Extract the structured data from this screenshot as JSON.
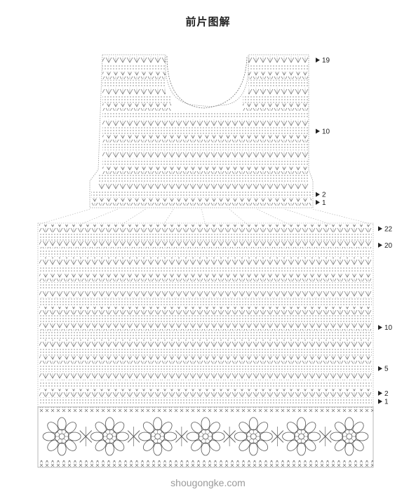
{
  "title": "前片图解",
  "watermark": "shougongke.com",
  "top_panel": {
    "row_labels": [
      {
        "text": "19",
        "row": 19
      },
      {
        "text": "10",
        "row": 10
      },
      {
        "text": "2",
        "row": 2
      },
      {
        "text": "1",
        "row": 1
      }
    ]
  },
  "bottom_panel": {
    "row_labels": [
      {
        "text": "22",
        "row": 22
      },
      {
        "text": "20",
        "row": 20
      },
      {
        "text": "10",
        "row": 10
      },
      {
        "text": "5",
        "row": 5
      },
      {
        "text": "2",
        "row": 2
      },
      {
        "text": "1",
        "row": 1
      }
    ],
    "motif_count": 7
  },
  "colors": {
    "ink": "#555555",
    "label": "#222222",
    "dots": "#8a8a8a"
  }
}
